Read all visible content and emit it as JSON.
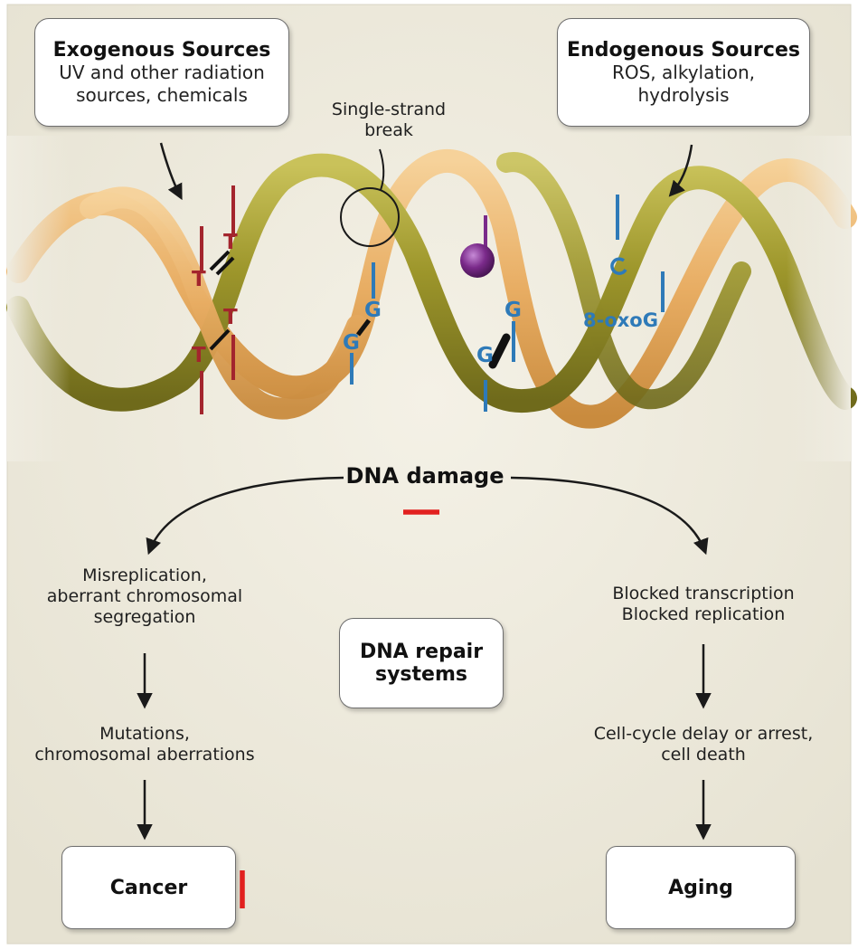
{
  "sources": {
    "exogenous": {
      "title": "Exogenous Sources",
      "line1": "UV and other radiation",
      "line2": "sources, chemicals"
    },
    "endogenous": {
      "title": "Endogenous Sources",
      "line1": "ROS, alkylation,",
      "line2": "hydrolysis"
    }
  },
  "helix": {
    "break_label_1": "Single-strand",
    "break_label_2": "break",
    "base_t": "T",
    "base_g": "G",
    "oxo_label": "8-oxoG"
  },
  "center": {
    "damage": "DNA damage",
    "repair_1": "DNA repair",
    "repair_2": "systems"
  },
  "left_path": {
    "step1_l1": "Misreplication,",
    "step1_l2": "aberrant chromosomal",
    "step1_l3": "segregation",
    "step2_l1": "Mutations,",
    "step2_l2": "chromosomal aberrations",
    "outcome": "Cancer"
  },
  "right_path": {
    "step1_l1": "Blocked transcription",
    "step1_l2": "Blocked replication",
    "step2_l1": "Cell-cycle delay or arrest,",
    "step2_l2": "cell death",
    "outcome": "Aging"
  },
  "colors": {
    "background": "#efece1",
    "strand_olive": "#a19a2f",
    "strand_orange": "#e8b06b",
    "thymine": "#a3252d",
    "guanine": "#2e7ab8",
    "adduct": "#7a2a8a",
    "inhibit": "#e2201f"
  }
}
